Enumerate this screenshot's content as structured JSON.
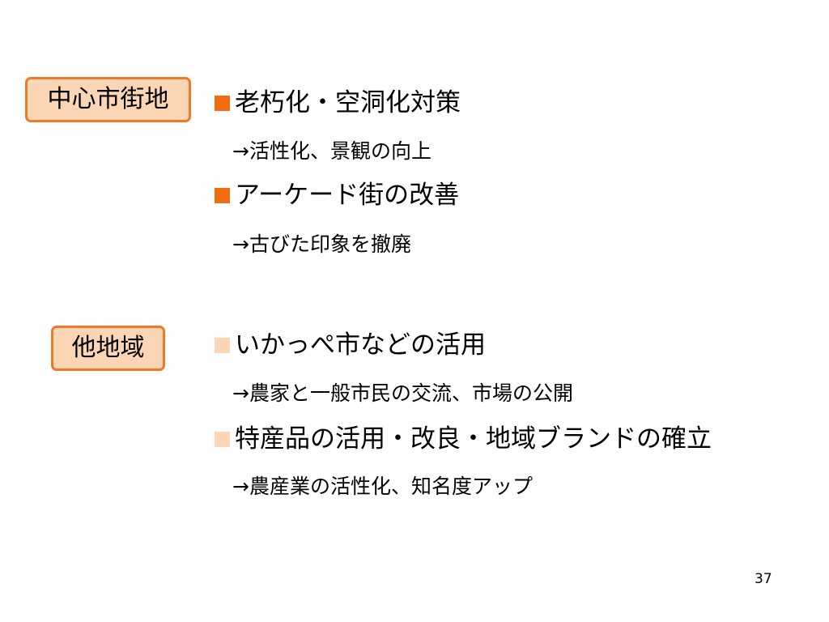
{
  "labels": {
    "center_city": "中心市街地",
    "other_area": "他地域"
  },
  "center_city": {
    "bullets": [
      {
        "text": "老朽化・空洞化対策",
        "sub": "→活性化、景観の向上"
      },
      {
        "text": "アーケード街の改善",
        "sub": "→古びた印象を撤廃"
      }
    ]
  },
  "other_area": {
    "bullets": [
      {
        "text": "いかっぺ市などの活用",
        "sub": "→農家と一般市民の交流、市場の公開"
      },
      {
        "text": "特産品の活用・改良・地域ブランドの確立",
        "sub": "→農産業の活性化、知名度アップ"
      }
    ]
  },
  "colors": {
    "box_fill": "#fcd5b5",
    "box_border": "#f07828",
    "bullet_dark": "#f26c12",
    "bullet_light": "#fcd5b5"
  },
  "page_number": "37"
}
